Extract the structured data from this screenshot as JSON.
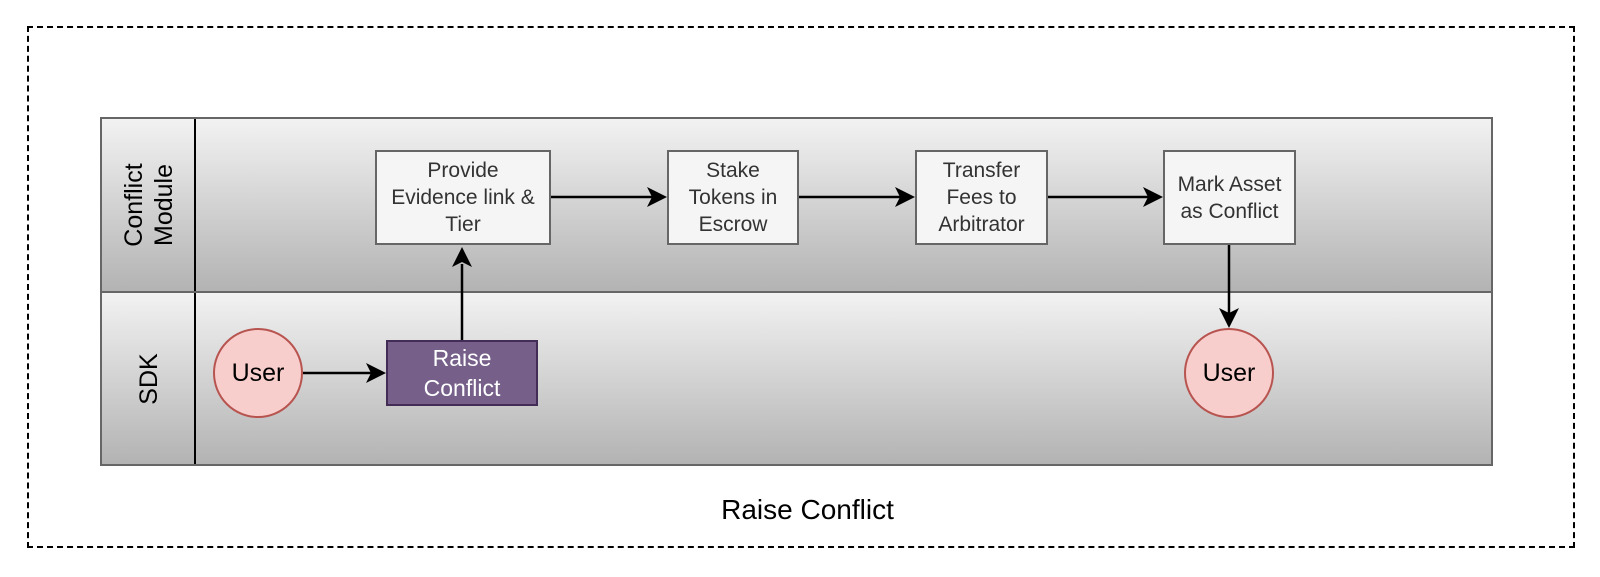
{
  "diagram": {
    "title": "Raise Conflict",
    "lanes": [
      {
        "id": "conflict-module",
        "label": "Conflict\nModule"
      },
      {
        "id": "sdk",
        "label": "SDK"
      }
    ],
    "nodes": {
      "user_start": "User",
      "raise_conflict": "Raise\nConflict",
      "provide_evidence": "Provide\nEvidence link &\nTier",
      "stake_tokens": "Stake\nTokens in\nEscrow",
      "transfer_fees": "Transfer\nFees to\nArbitrator",
      "mark_asset": "Mark Asset\nas Conflict",
      "user_end": "User"
    },
    "edges": [
      {
        "from": "user_start",
        "to": "raise_conflict"
      },
      {
        "from": "raise_conflict",
        "to": "provide_evidence"
      },
      {
        "from": "provide_evidence",
        "to": "stake_tokens"
      },
      {
        "from": "stake_tokens",
        "to": "transfer_fees"
      },
      {
        "from": "transfer_fees",
        "to": "mark_asset"
      },
      {
        "from": "mark_asset",
        "to": "user_end"
      }
    ],
    "colors": {
      "user_fill": "#f8cecc",
      "user_stroke": "#b85450",
      "active_task_fill": "#76608a",
      "active_task_stroke": "#432d57",
      "task_fill": "#f5f5f5",
      "task_stroke": "#666666"
    }
  }
}
